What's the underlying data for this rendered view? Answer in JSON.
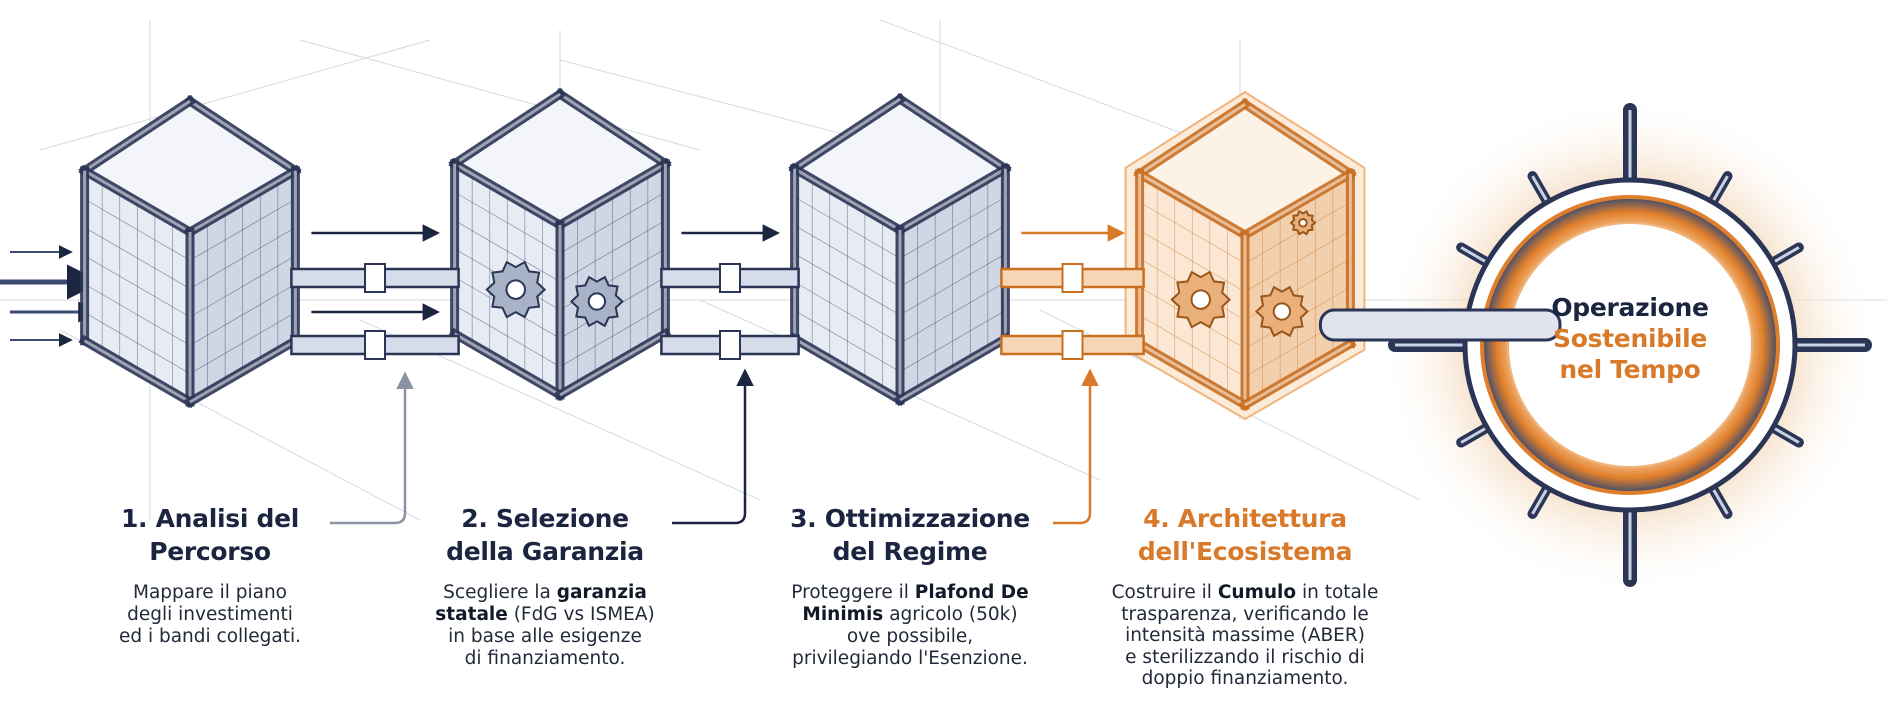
{
  "colors": {
    "navy": "#1b2540",
    "steel": "#5b6b8f",
    "orange": "#d9792a",
    "hub_orange": "#e07f2b"
  },
  "steps": [
    {
      "title_lines": [
        "1. Analisi del",
        "Percorso"
      ],
      "desc_lines": [
        [
          {
            "t": "Mappare il piano",
            "b": false
          }
        ],
        [
          {
            "t": "degli investimenti",
            "b": false
          }
        ],
        [
          {
            "t": "ed i bandi collegati.",
            "b": false
          }
        ]
      ],
      "accent": false,
      "has_gears": false
    },
    {
      "title_lines": [
        "2. Selezione",
        "della Garanzia"
      ],
      "desc_lines": [
        [
          {
            "t": "Scegliere la ",
            "b": false
          },
          {
            "t": "garanzia",
            "b": true
          }
        ],
        [
          {
            "t": "statale",
            "b": true
          },
          {
            "t": " (FdG vs ISMEA)",
            "b": false
          }
        ],
        [
          {
            "t": "in base alle esigenze",
            "b": false
          }
        ],
        [
          {
            "t": "di finanziamento.",
            "b": false
          }
        ]
      ],
      "accent": false,
      "has_gears": true
    },
    {
      "title_lines": [
        "3. Ottimizzazione",
        "del Regime"
      ],
      "desc_lines": [
        [
          {
            "t": "Proteggere il ",
            "b": false
          },
          {
            "t": "Plafond De",
            "b": true
          }
        ],
        [
          {
            "t": "Minimis",
            "b": true
          },
          {
            "t": " agricolo (50k)",
            "b": false
          }
        ],
        [
          {
            "t": "ove possibile,",
            "b": false
          }
        ],
        [
          {
            "t": "privilegiando l'Esenzione.",
            "b": false
          }
        ]
      ],
      "accent": false,
      "has_gears": false
    },
    {
      "title_lines": [
        "4. Architettura",
        "dell'Ecosistema"
      ],
      "desc_lines": [
        [
          {
            "t": "Costruire il ",
            "b": false
          },
          {
            "t": "Cumulo",
            "b": true
          },
          {
            "t": " in totale",
            "b": false
          }
        ],
        [
          {
            "t": "trasparenza, verificando le",
            "b": false
          }
        ],
        [
          {
            "t": "intensità massime (ABER)",
            "b": false
          }
        ],
        [
          {
            "t": "e sterilizzando il rischio di",
            "b": false
          }
        ],
        [
          {
            "t": "doppio finanziamento.",
            "b": false
          }
        ]
      ],
      "accent": true,
      "has_gears": true
    }
  ],
  "hub": {
    "lines": [
      {
        "text": "Operazione",
        "color": "navy"
      },
      {
        "text": "Sostenibile",
        "color": "orange"
      },
      {
        "text": "nel Tempo",
        "color": "orange"
      }
    ]
  }
}
